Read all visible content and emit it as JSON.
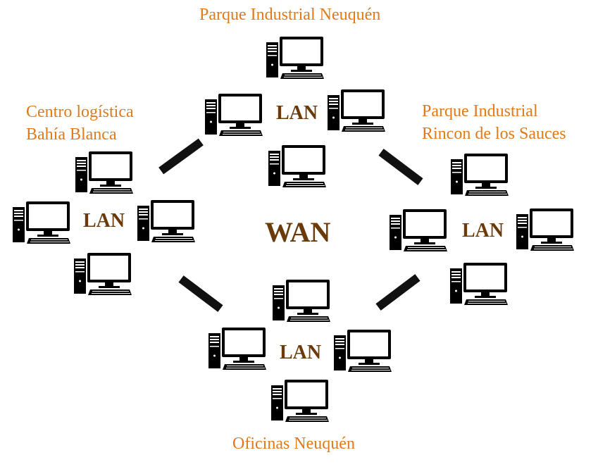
{
  "sites": {
    "north": {
      "name": "Parque Industrial Neuquén",
      "lan_label": "LAN"
    },
    "west": {
      "name_line1": "Centro logística",
      "name_line2": "Bahía Blanca",
      "lan_label": "LAN"
    },
    "east": {
      "name_line1": "Parque Industrial",
      "name_line2": "Rincon de los Sauces",
      "lan_label": "LAN"
    },
    "south": {
      "name": "Oficinas Neuquén",
      "lan_label": "LAN"
    }
  },
  "wan_label": "WAN",
  "colors": {
    "site_name": "#e07a1a",
    "network_label": "#6b3a0a",
    "icon": "#000000"
  },
  "icons": {
    "computer": "desktop-computer-icon",
    "link": "network-link"
  }
}
